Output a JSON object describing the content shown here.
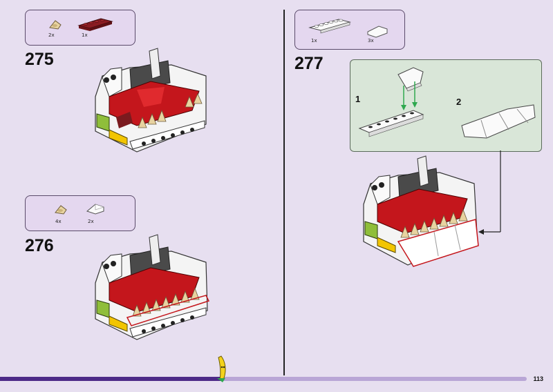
{
  "page": {
    "number": "113",
    "progress": 0.42
  },
  "steps": [
    {
      "number": "275",
      "parts": [
        {
          "qty": "2x",
          "label": "tan-tooth-piece"
        },
        {
          "qty": "1x",
          "label": "dark-red-plate-1x4"
        }
      ]
    },
    {
      "number": "276",
      "parts": [
        {
          "qty": "4x",
          "label": "tan-tooth-piece"
        },
        {
          "qty": "2x",
          "label": "white-curved-slope"
        }
      ]
    },
    {
      "number": "277",
      "parts": [
        {
          "qty": "1x",
          "label": "white-plate-1x6"
        },
        {
          "qty": "3x",
          "label": "white-curved-slope"
        }
      ],
      "substeps": [
        {
          "number": "1"
        },
        {
          "number": "2"
        }
      ]
    }
  ],
  "colors": {
    "background": "#e7dff0",
    "callout": "#e4d7ef",
    "substep": "#d9e6d8",
    "red": "#c4161c",
    "dark_red": "#7a1a1e",
    "white": "#f4f4f4",
    "tan": "#e8d3a0",
    "lime": "#8fbe3a",
    "progress": "#4d2a88",
    "arrow_green": "#2fa84f"
  },
  "icons": [
    "banana-icon"
  ]
}
